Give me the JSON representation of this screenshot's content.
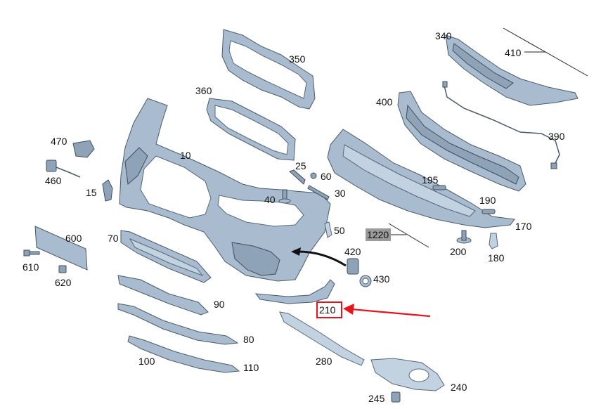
{
  "diagram": {
    "labels": {
      "p10": "10",
      "p15": "15",
      "p25": "25",
      "p30": "30",
      "p40": "40",
      "p50": "50",
      "p60": "60",
      "p70": "70",
      "p80": "80",
      "p90": "90",
      "p100": "100",
      "p110": "110",
      "p170": "170",
      "p180": "180",
      "p190": "190",
      "p195": "195",
      "p200": "200",
      "p210": "210",
      "p240": "240",
      "p245": "245",
      "p280": "280",
      "p340": "340",
      "p350": "350",
      "p360": "360",
      "p390": "390",
      "p400": "400",
      "p410": "410",
      "p420": "420",
      "p430": "430",
      "p460": "460",
      "p470": "470",
      "p600": "600",
      "p610": "610",
      "p620": "620",
      "p1220": "1220"
    },
    "highlight_color": "#e8141b",
    "tag_bg_color": "#9a9a9a"
  }
}
